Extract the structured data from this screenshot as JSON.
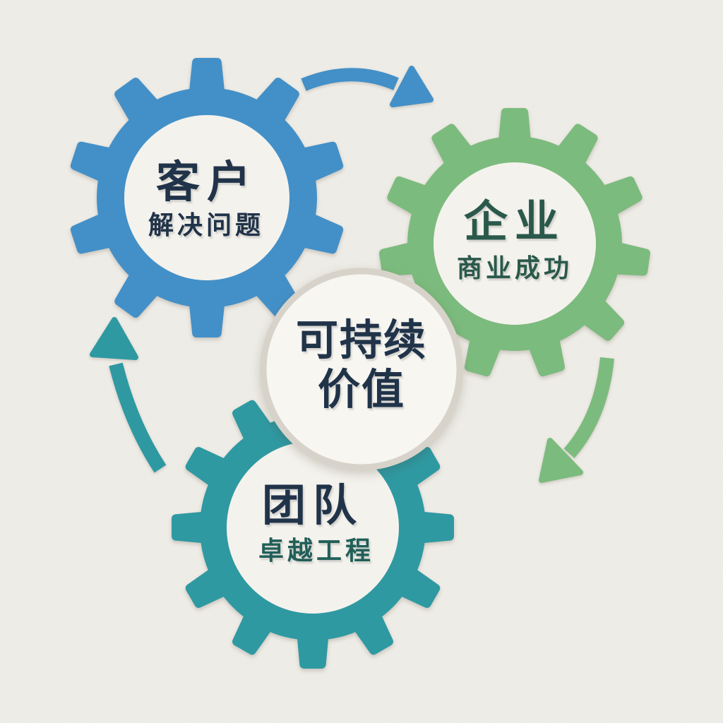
{
  "colors": {
    "background": "#f2f0ea",
    "blue": "#4390c8",
    "green": "#7cbb7e",
    "teal": "#2f99a2",
    "navy_text": "#203349",
    "green_text": "#2a594b",
    "teal_text": "#215f58",
    "circle_fill": "#f8f6f1",
    "circle_ring": "#d7d3ca",
    "gear_inner_fill": "#f4f2ed"
  },
  "gears": [
    {
      "name": "customer",
      "title": "客户",
      "subtitle": "解决问题",
      "color": "#4390c8"
    },
    {
      "name": "enterprise",
      "title": "企业",
      "subtitle": "商业成功",
      "color": "#7cbb7e"
    },
    {
      "name": "team",
      "title": "团队",
      "subtitle": "卓越工程",
      "color": "#2f99a2"
    }
  ],
  "center_circle": {
    "line1": "可持续",
    "line2": "价值"
  },
  "arrows": [
    {
      "name": "customer-to-enterprise",
      "color": "#4390c8"
    },
    {
      "name": "enterprise-to-team",
      "color": "#7cbb7e"
    },
    {
      "name": "team-to-customer",
      "color": "#2f99a2"
    }
  ]
}
